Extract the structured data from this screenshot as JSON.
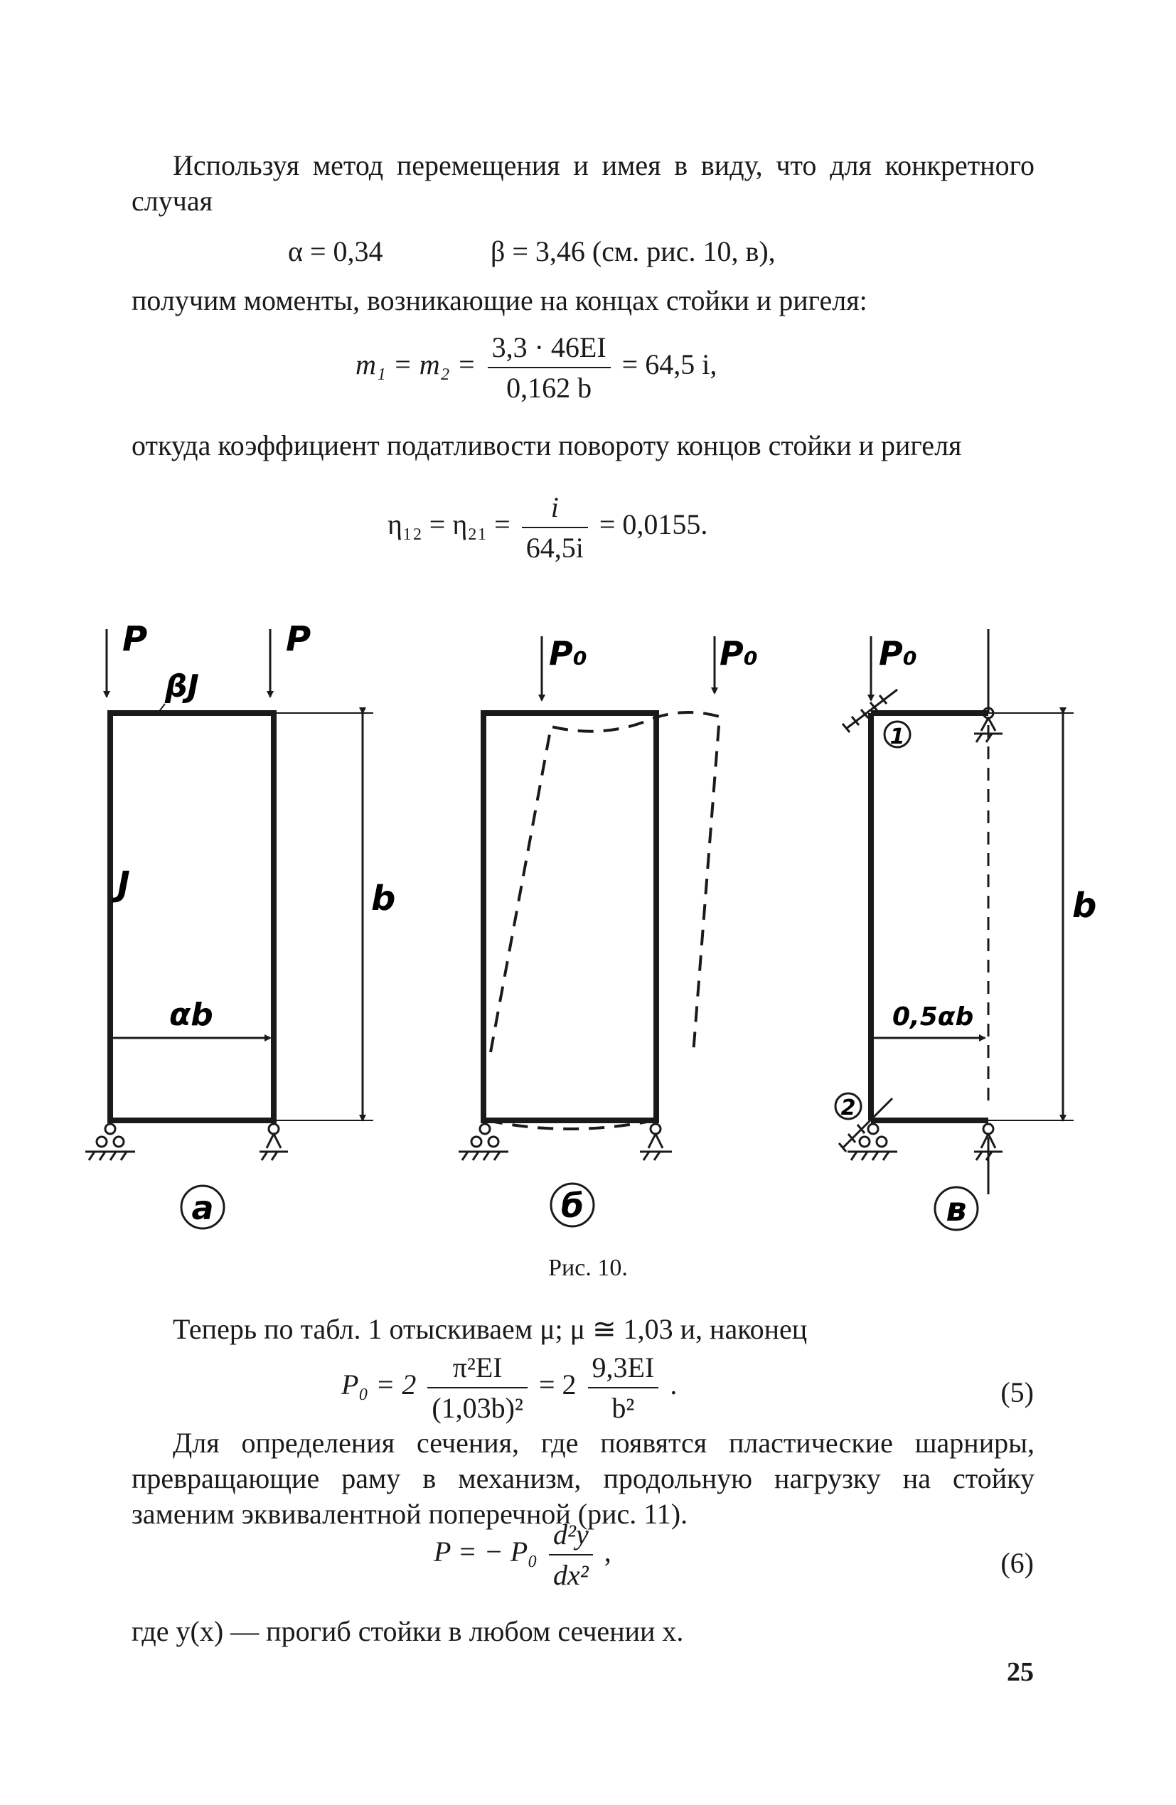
{
  "paragraph1": "Используя метод перемещения и имея в виду, что для конкретного случая",
  "alpha_eq": "α = 0,34",
  "beta_eq": "β = 3,46 (см. рис. 10, в),",
  "paragraph2": "получим моменты, возникающие на концах стойки и ригеля:",
  "eq_m": {
    "lhs": "m₁ = m₂ =",
    "num": "3,3 · 46EI",
    "den": "0,162 b",
    "rhs": "= 64,5 i,"
  },
  "paragraph3": "откуда коэффициент податливости повороту концов стойки и ригеля",
  "eq_eta": {
    "lhs": "η₁₂ = η₂₁ =",
    "num": "i",
    "den": "64,5i",
    "rhs": "= 0,0155."
  },
  "figure": {
    "labels": {
      "P": "P",
      "P0": "P₀",
      "betaJ": "βJ",
      "J": "J",
      "b": "b",
      "alpha_b": "αb",
      "half_alpha_b": "0,5αb",
      "node1": "1",
      "node2": "2",
      "sub_a": "а",
      "sub_b": "б",
      "sub_v": "в"
    },
    "caption": "Рис. 10."
  },
  "paragraph4": "Теперь по табл. 1 отыскиваем μ;  μ ≅ 1,03 и, наконец",
  "eq5": {
    "lhs": "P₀ = 2",
    "num1": "π²EI",
    "den1": "(1,03b)²",
    "mid": "= 2",
    "num2": "9,3EI",
    "den2": "b²",
    "end": ".",
    "number": "(5)"
  },
  "paragraph5": "Для определения сечения, где появятся пластические шарниры, превращающие раму в механизм, продольную нагрузку на стойку заменим эквивалентной поперечной (рис. 11).",
  "eq6": {
    "lhs": "P = − P₀",
    "num": "d²y",
    "den": "dx²",
    "end": ",",
    "number": "(6)"
  },
  "paragraph6": "где y(x) — прогиб стойки в любом сечении x.",
  "page_number": "25"
}
